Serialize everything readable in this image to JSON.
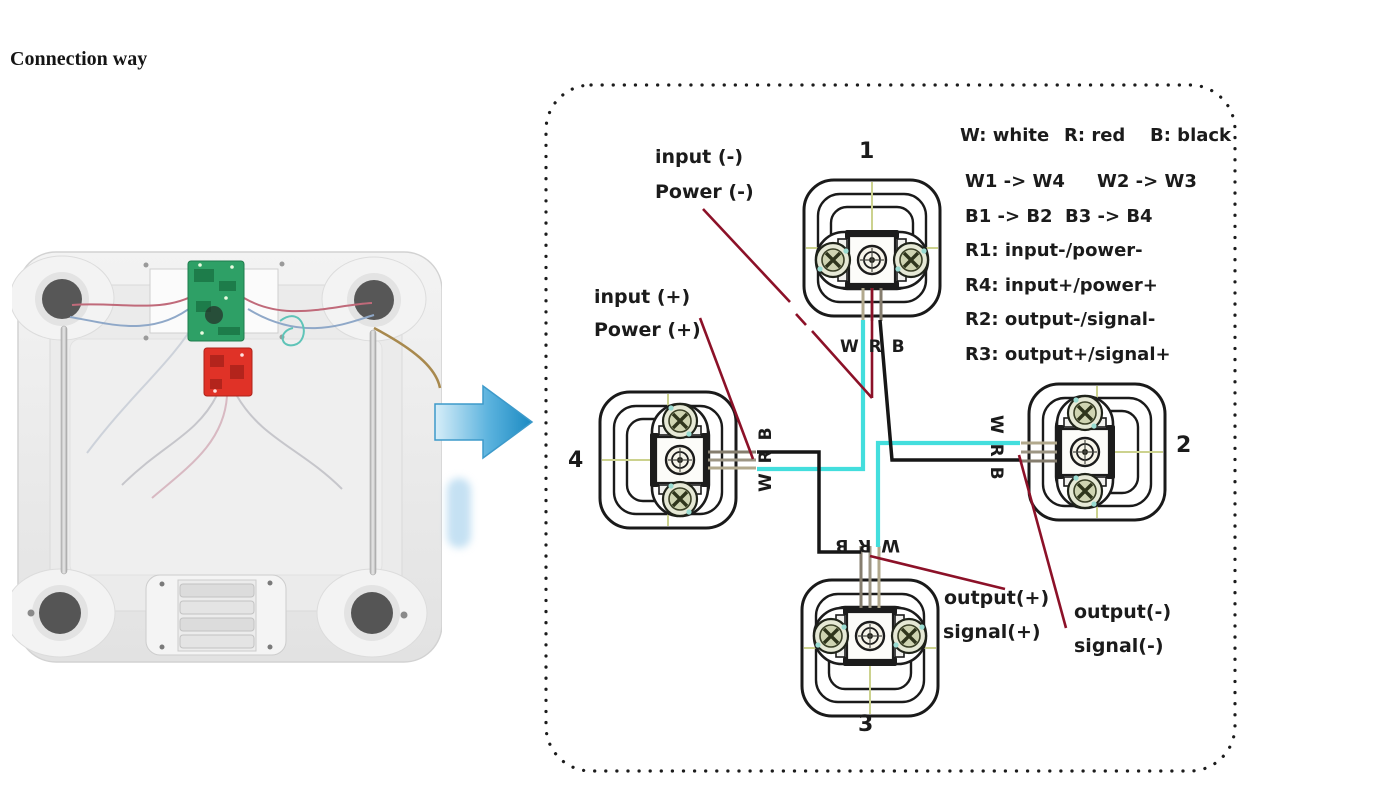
{
  "title": "Connection way",
  "diagram": {
    "legend": {
      "color_key": [
        {
          "label": "W: white"
        },
        {
          "label": "R: red"
        },
        {
          "label": "B: black"
        }
      ],
      "white_links": [
        {
          "label": "W1 -> W4"
        },
        {
          "label": "W2 -> W3"
        }
      ],
      "black_links": [
        {
          "label": "B1 -> B2"
        },
        {
          "label": "B3 -> B4"
        }
      ],
      "red_roles": [
        {
          "label": "R1: input-/power-"
        },
        {
          "label": "R4: input+/power+"
        },
        {
          "label": "R2: output-/signal-"
        },
        {
          "label": "R3: output+/signal+"
        }
      ]
    },
    "load_cells": [
      {
        "number": "1",
        "wire_label": "W R B"
      },
      {
        "number": "2",
        "wire_label": "W R B"
      },
      {
        "number": "3",
        "wire_label": "W R B"
      },
      {
        "number": "4",
        "wire_label": "W R B"
      }
    ],
    "callouts": {
      "input_minus": {
        "line1": "input (-)",
        "line2": "Power (-)"
      },
      "input_plus": {
        "line1": "input (+)",
        "line2": "Power (+)"
      },
      "output_plus": {
        "line1": "output(+)",
        "line2": "signal(+)"
      },
      "output_minus": {
        "line1": "output(-)",
        "line2": "signal(-)"
      }
    },
    "wire_colors": {
      "white": "#43dedd",
      "red": "#8c1128",
      "black": "#161616"
    },
    "accent_arrow": "#2398d4"
  }
}
